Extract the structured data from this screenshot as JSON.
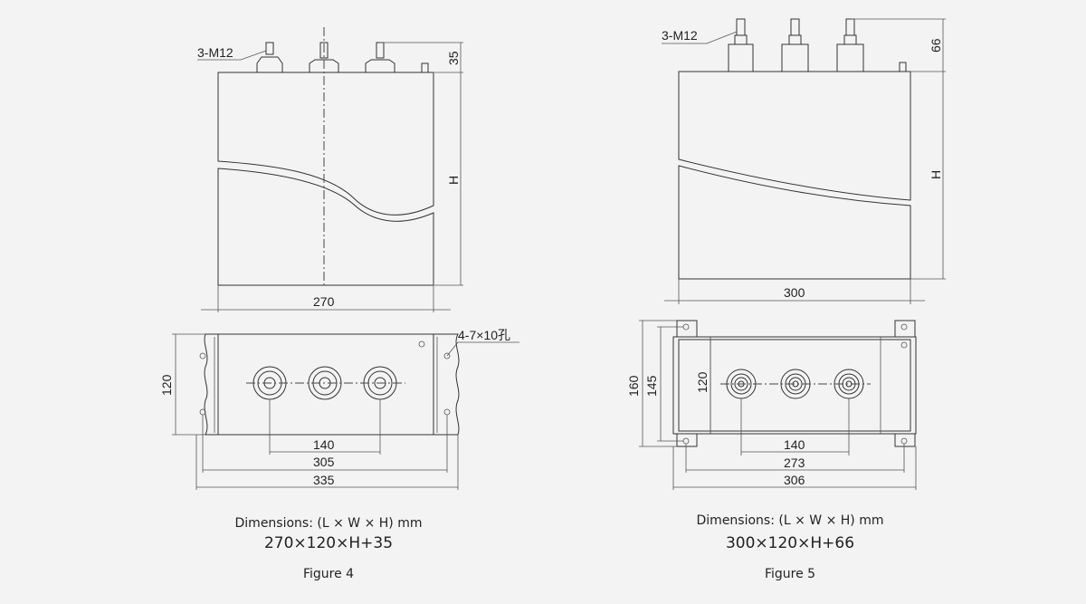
{
  "figures": [
    {
      "label": "Figure 4",
      "dim_title": "Dimensions: (L × W × H) mm",
      "dim_value": "270×120×H+35",
      "front": {
        "thread": "3-M12",
        "height_dim": "35",
        "h_label": "H",
        "length": "270"
      },
      "plan": {
        "holes": "4-7×10孔",
        "width": "120",
        "spacing": "140",
        "mount": "305",
        "overall": "335"
      }
    },
    {
      "label": "Figure 5",
      "dim_title": "Dimensions: (L × W × H) mm",
      "dim_value": "300×120×H+66",
      "front": {
        "thread": "3-M12",
        "height_dim": "66",
        "h_label": "H",
        "length": "300"
      },
      "plan": {
        "outer": "160",
        "inner": "145",
        "width": "120",
        "spacing": "140",
        "mount": "273",
        "overall": "306"
      }
    }
  ]
}
